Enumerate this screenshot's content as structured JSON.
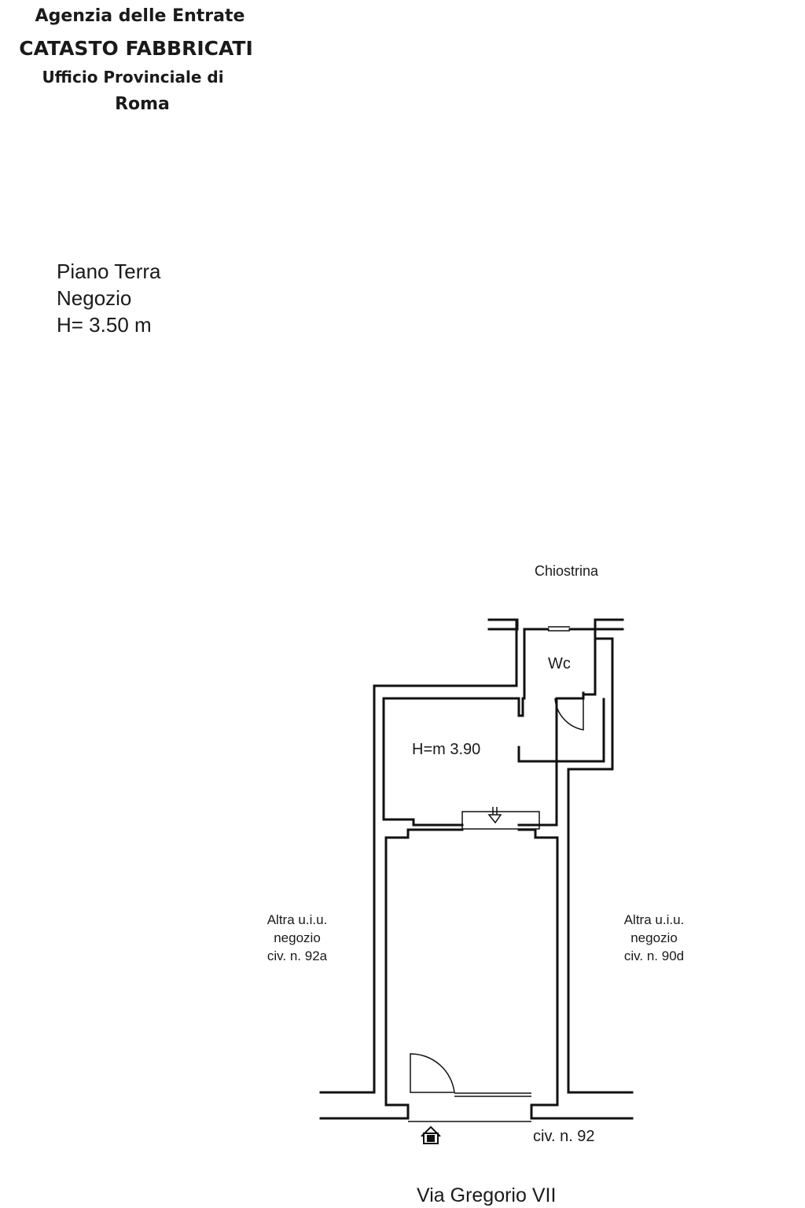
{
  "header": {
    "agency": "Agenzia delle Entrate",
    "registry": "CATASTO FABBRICATI",
    "office": "Ufficio Provinciale di",
    "city": "Roma"
  },
  "floor_info": {
    "floor": "Piano Terra",
    "use": "Negozio",
    "height": "H= 3.50 m"
  },
  "plan": {
    "courtyard": "Chiostrina",
    "wc_label": "Wc",
    "back_room_height": "H=m 3.90",
    "left_neighbor": [
      "Altra u.i.u.",
      "negozio",
      "civ. n. 92a"
    ],
    "right_neighbor": [
      "Altra u.i.u.",
      "negozio",
      "civ. n. 90d"
    ],
    "entrance_number": "civ. n. 92",
    "street": "Via Gregorio VII"
  }
}
